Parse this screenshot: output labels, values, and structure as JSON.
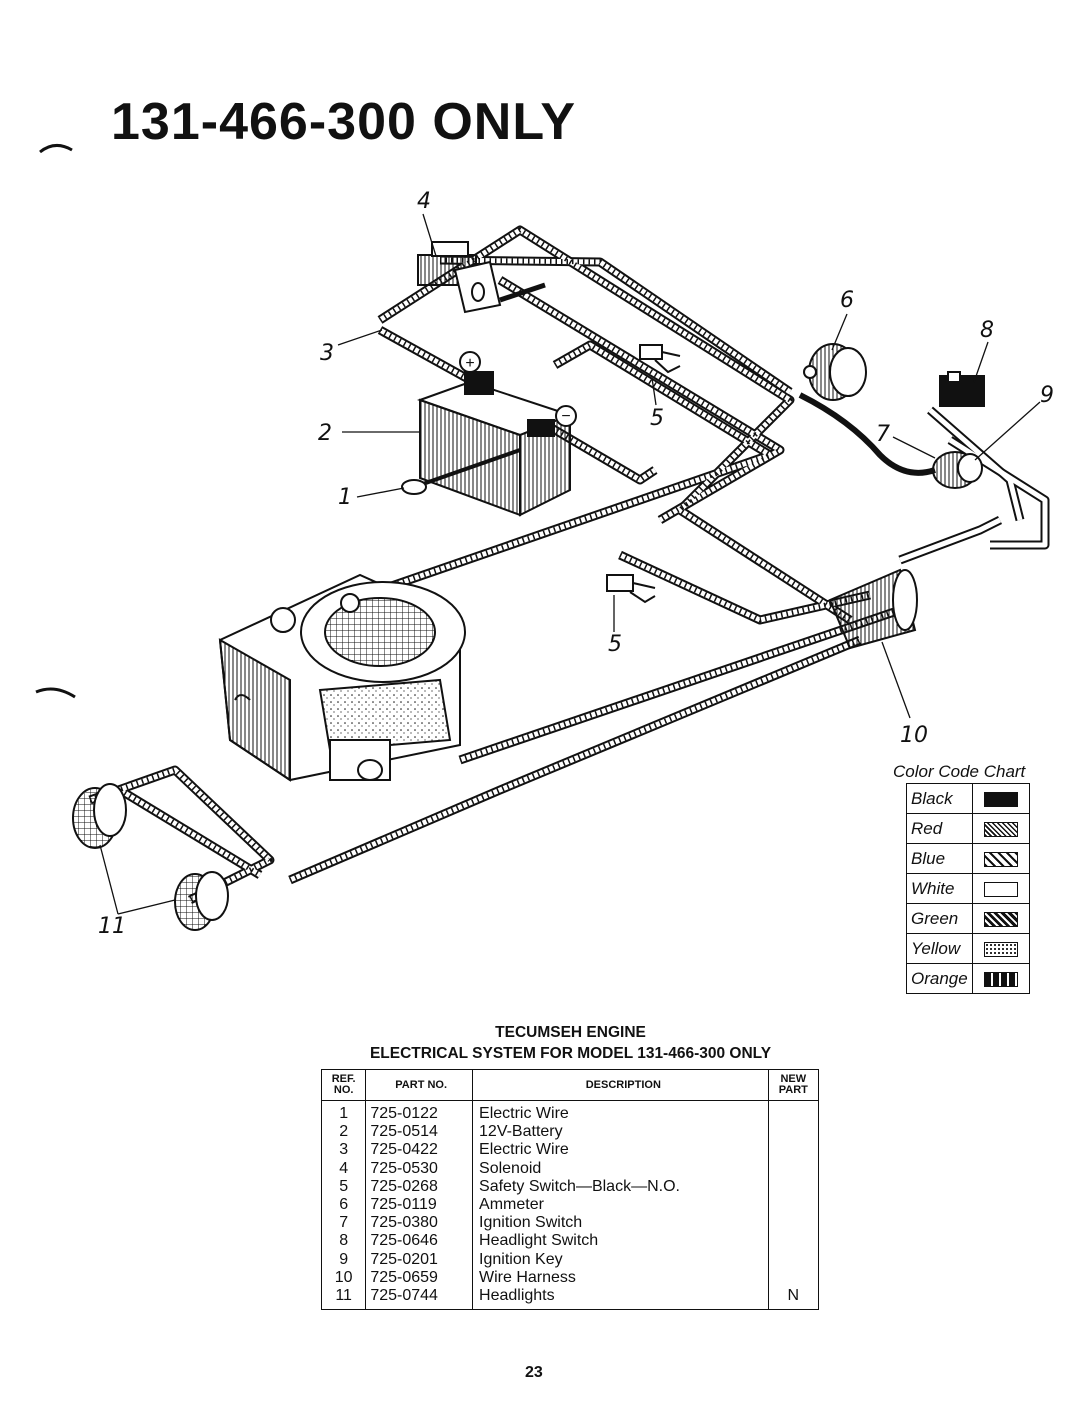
{
  "page_title": "131-466-300 ONLY",
  "callouts": [
    "1",
    "2",
    "3",
    "4",
    "5",
    "5",
    "6",
    "7",
    "8",
    "9",
    "10",
    "11"
  ],
  "color_code_chart": {
    "title": "Color Code Chart",
    "entries": [
      {
        "name": "Black",
        "pattern": "solid-black",
        "color": "#111111"
      },
      {
        "name": "Red",
        "pattern": "fine-diagonal-hatch",
        "color": "#111111"
      },
      {
        "name": "Blue",
        "pattern": "wide-diagonal-hatch",
        "color": "#111111"
      },
      {
        "name": "White",
        "pattern": "empty",
        "color": "#ffffff"
      },
      {
        "name": "Green",
        "pattern": "bold-diagonal-hatch",
        "color": "#111111"
      },
      {
        "name": "Yellow",
        "pattern": "dots",
        "color": "#111111"
      },
      {
        "name": "Orange",
        "pattern": "vertical-bars",
        "color": "#111111"
      }
    ]
  },
  "parts_table": {
    "title_line1": "TECUMSEH ENGINE",
    "title_line2": "ELECTRICAL SYSTEM FOR MODEL 131-466-300 ONLY",
    "headers": {
      "ref_no": "REF. NO.",
      "part_no": "PART NO.",
      "description": "DESCRIPTION",
      "new_part": "NEW PART"
    },
    "rows": [
      {
        "ref": "1",
        "part": "725-0122",
        "desc": "Electric Wire",
        "new": ""
      },
      {
        "ref": "2",
        "part": "725-0514",
        "desc": "12V-Battery",
        "new": ""
      },
      {
        "ref": "3",
        "part": "725-0422",
        "desc": "Electric Wire",
        "new": ""
      },
      {
        "ref": "4",
        "part": "725-0530",
        "desc": "Solenoid",
        "new": ""
      },
      {
        "ref": "5",
        "part": "725-0268",
        "desc": "Safety Switch—Black—N.O.",
        "new": ""
      },
      {
        "ref": "6",
        "part": "725-0119",
        "desc": "Ammeter",
        "new": ""
      },
      {
        "ref": "7",
        "part": "725-0380",
        "desc": "Ignition Switch",
        "new": ""
      },
      {
        "ref": "8",
        "part": "725-0646",
        "desc": "Headlight Switch",
        "new": ""
      },
      {
        "ref": "9",
        "part": "725-0201",
        "desc": "Ignition Key",
        "new": ""
      },
      {
        "ref": "10",
        "part": "725-0659",
        "desc": "Wire Harness",
        "new": ""
      },
      {
        "ref": "11",
        "part": "725-0744",
        "desc": "Headlights",
        "new": "N"
      }
    ]
  },
  "page_number": "23"
}
